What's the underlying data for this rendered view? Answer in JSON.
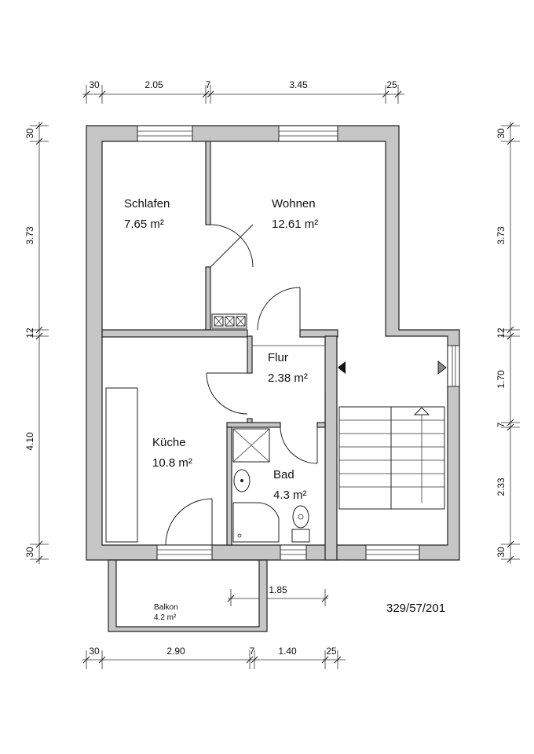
{
  "rooms": {
    "schlafen": {
      "name": "Schlafen",
      "area": "7.65 m²"
    },
    "wohnen": {
      "name": "Wohnen",
      "area": "12.61 m²"
    },
    "flur": {
      "name": "Flur",
      "area": "2.38 m²"
    },
    "kueche": {
      "name": "Küche",
      "area": "10.8 m²"
    },
    "bad": {
      "name": "Bad",
      "area": "4.3 m²"
    },
    "balkon": {
      "name": "Balkon",
      "area": "4.2 m²"
    }
  },
  "plan_code": "329/57/201",
  "dimensions": {
    "top": [
      "30",
      "2.05",
      "7",
      "3.45",
      "25"
    ],
    "bottom": [
      "30",
      "2.90",
      "7",
      "1.40",
      "25"
    ],
    "left": [
      "30",
      "3.73",
      "12",
      "4.10",
      "30"
    ],
    "right": [
      "30",
      "3.73",
      "12",
      "1.70",
      "7",
      "2.33",
      "30"
    ],
    "balcony": "1.85"
  }
}
